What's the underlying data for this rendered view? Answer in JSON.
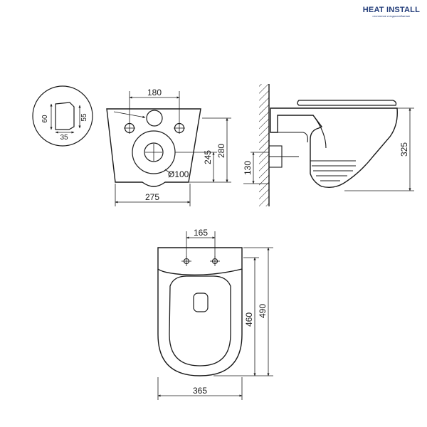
{
  "brand": {
    "name": "HEAT INSTALL",
    "tagline": "отопление и водоснабжение",
    "colors": {
      "primary": "#233d7a",
      "accent": "#d83a2e"
    }
  },
  "dimensions": {
    "inset_height_left": "60",
    "inset_height_right": "55",
    "inset_width": "35",
    "rear_holes_spacing": "180",
    "rear_width": "275",
    "rear_outlet_height": "245",
    "rear_total_height": "280",
    "outlet_diameter": "Ø100",
    "side_outlet_height": "130",
    "side_total_height": "325",
    "top_holes_spacing": "165",
    "top_seat_length": "460",
    "top_total_length": "490",
    "top_width": "365"
  }
}
